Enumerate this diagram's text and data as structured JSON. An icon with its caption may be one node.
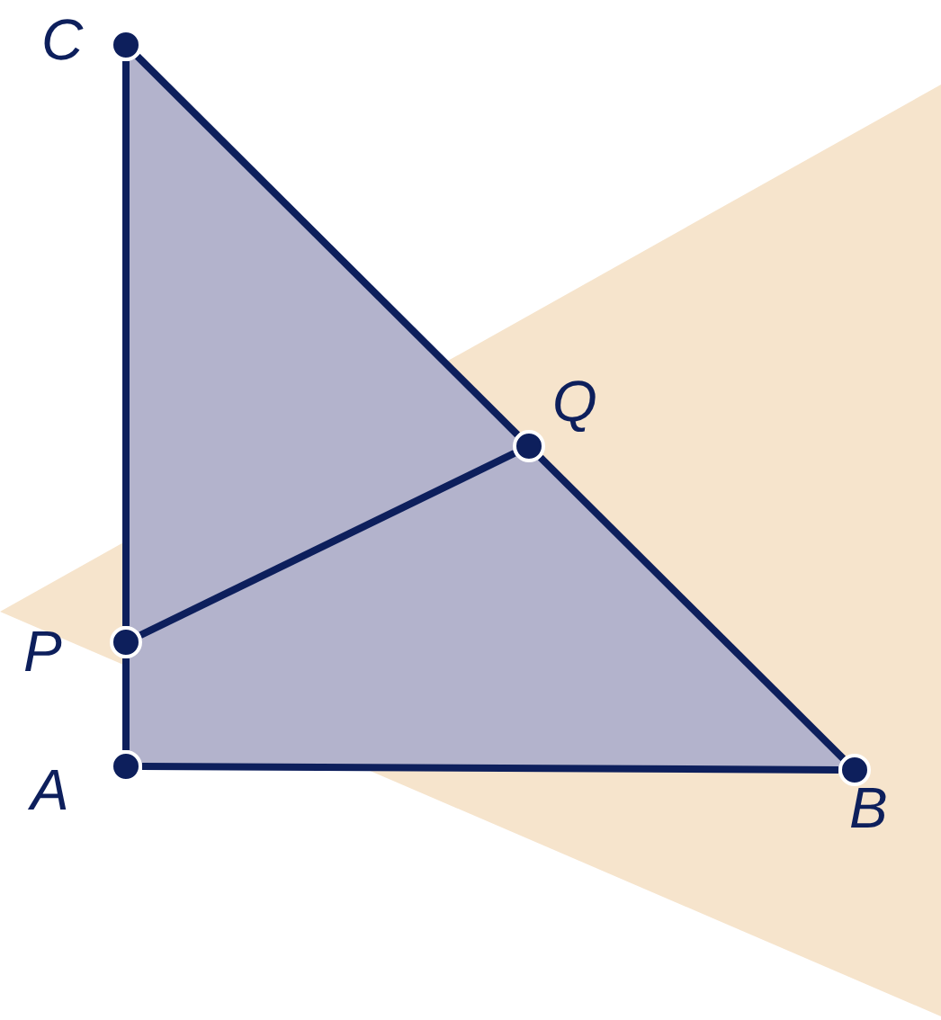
{
  "diagram": {
    "nodes": [
      {
        "text": [
          "C"
        ]
      },
      {
        "text": [
          "Q"
        ]
      },
      {
        "text": [
          "P"
        ]
      },
      {
        "text": [
          "A"
        ]
      },
      {
        "text": [
          "B"
        ]
      }
    ],
    "edges": [
      {
        "from": 0,
        "to": 2,
        "arrow": "none"
      },
      {
        "from": 2,
        "to": 3,
        "arrow": "none"
      },
      {
        "from": 0,
        "to": 1,
        "arrow": "none"
      },
      {
        "from": 1,
        "to": 4,
        "arrow": "none"
      },
      {
        "from": 3,
        "to": 4,
        "arrow": "none"
      },
      {
        "from": 2,
        "to": 1,
        "arrow": "none"
      }
    ]
  }
}
